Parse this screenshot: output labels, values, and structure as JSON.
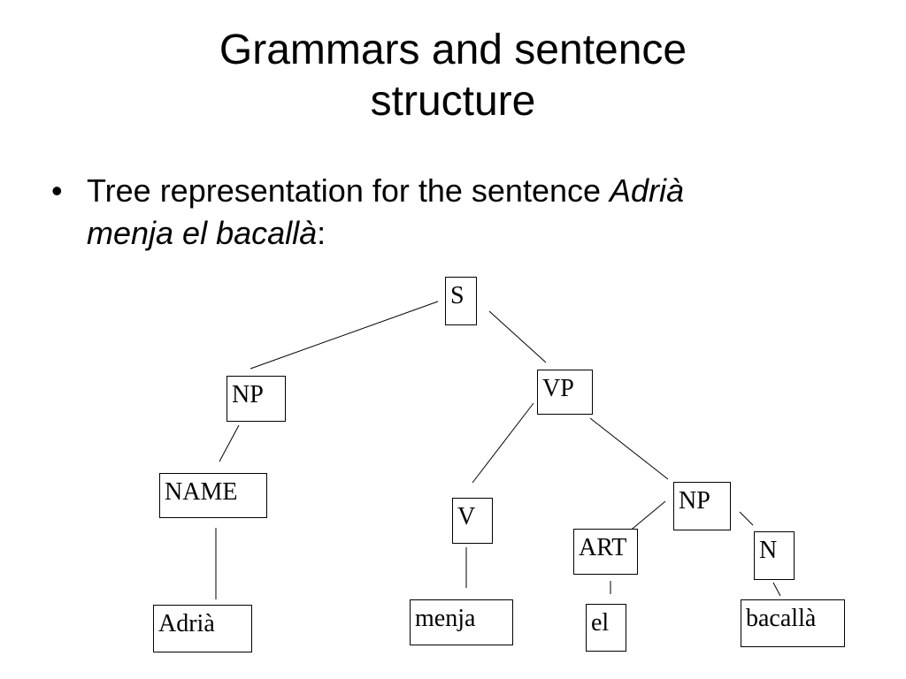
{
  "title": {
    "line1": "Grammars and sentence",
    "line2": "structure"
  },
  "bullet": {
    "marker": "•",
    "text_plain": "Tree representation for the sentence ",
    "text_italic_1": "Adrià",
    "text_italic_2": "menja el bacallà",
    "text_end": ":"
  },
  "tree": {
    "nodes": [
      {
        "id": "s",
        "label": "S"
      },
      {
        "id": "np1",
        "label": "NP"
      },
      {
        "id": "vp",
        "label": "VP"
      },
      {
        "id": "name",
        "label": "NAME"
      },
      {
        "id": "v",
        "label": "V"
      },
      {
        "id": "np2",
        "label": "NP"
      },
      {
        "id": "art",
        "label": "ART"
      },
      {
        "id": "n",
        "label": "N"
      },
      {
        "id": "w-adria",
        "label": "Adrià"
      },
      {
        "id": "w-menja",
        "label": "menja"
      },
      {
        "id": "w-el",
        "label": "el"
      },
      {
        "id": "w-bacalla",
        "label": "bacallà"
      }
    ],
    "edges": [
      [
        "s",
        "np1"
      ],
      [
        "s",
        "vp"
      ],
      [
        "np1",
        "name"
      ],
      [
        "name",
        "w-adria"
      ],
      [
        "vp",
        "v"
      ],
      [
        "vp",
        "np2"
      ],
      [
        "v",
        "w-menja"
      ],
      [
        "np2",
        "art"
      ],
      [
        "np2",
        "n"
      ],
      [
        "art",
        "w-el"
      ],
      [
        "n",
        "w-bacalla"
      ]
    ]
  }
}
